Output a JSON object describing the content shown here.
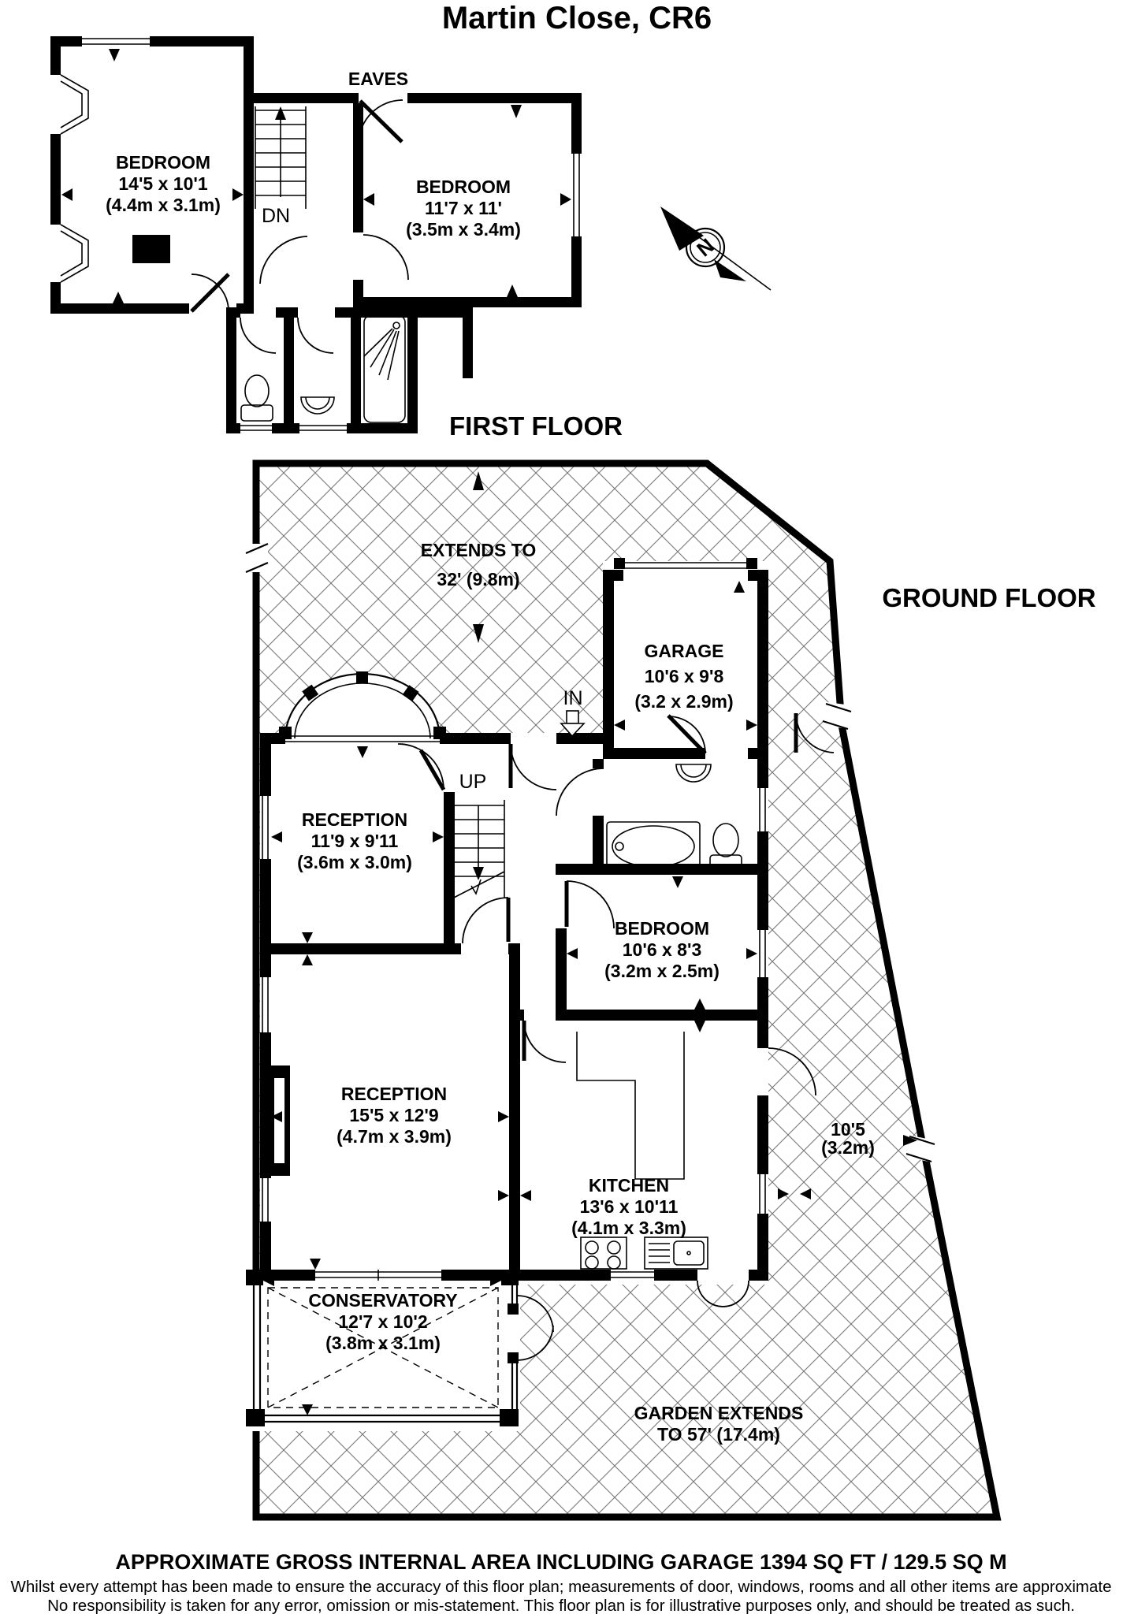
{
  "title": "Martin Close, CR6",
  "floor_labels": {
    "first": "FIRST FLOOR",
    "ground": "GROUND FLOOR"
  },
  "annotations": {
    "eaves": "EAVES",
    "dn": "DN",
    "up": "UP",
    "in": "IN",
    "north": "N"
  },
  "garden": {
    "extends_to_1": "EXTENDS TO",
    "extends_to_2": "32' (9.8m)",
    "garden_extends_1": "GARDEN EXTENDS",
    "garden_extends_2": "TO 57' (17.4m)",
    "side_width_1": "10'5",
    "side_width_2": "(3.2m)"
  },
  "rooms": {
    "bedroom1": {
      "name": "BEDROOM",
      "dim_ft": "14'5 x 10'1",
      "dim_m": "(4.4m x 3.1m)"
    },
    "bedroom2": {
      "name": "BEDROOM",
      "dim_ft": "11'7 x 11'",
      "dim_m": "(3.5m x 3.4m)"
    },
    "garage": {
      "name": "GARAGE",
      "dim_ft": "10'6 x 9'8",
      "dim_m": "(3.2 x 2.9m)"
    },
    "reception_front": {
      "name": "RECEPTION",
      "dim_ft": "11'9 x 9'11",
      "dim_m": "(3.6m x 3.0m)"
    },
    "bedroom3": {
      "name": "BEDROOM",
      "dim_ft": "10'6 x 8'3",
      "dim_m": "(3.2m x 2.5m)"
    },
    "reception_rear": {
      "name": "RECEPTION",
      "dim_ft": "15'5 x 12'9",
      "dim_m": "(4.7m x 3.9m)"
    },
    "kitchen": {
      "name": "KITCHEN",
      "dim_ft": "13'6 x 10'11",
      "dim_m": "(4.1m x 3.3m)"
    },
    "conservatory": {
      "name": "CONSERVATORY",
      "dim_ft": "12'7 x 10'2",
      "dim_m": "(3.8m x 3.1m)"
    }
  },
  "footer": {
    "area": "APPROXIMATE GROSS INTERNAL AREA INCLUDING GARAGE 1394 SQ FT / 129.5 SQ M",
    "disclaimer1": "Whilst every attempt has been made to ensure the accuracy of this floor plan; measurements of door, windows, rooms and all other items are approximate",
    "disclaimer2": "No responsibility is taken for any error, omission or mis-statement. This floor plan is for illustrative purposes only, and should be treated as such."
  },
  "colors": {
    "ink": "#000000",
    "paper": "#ffffff",
    "hatch": "#777777"
  }
}
